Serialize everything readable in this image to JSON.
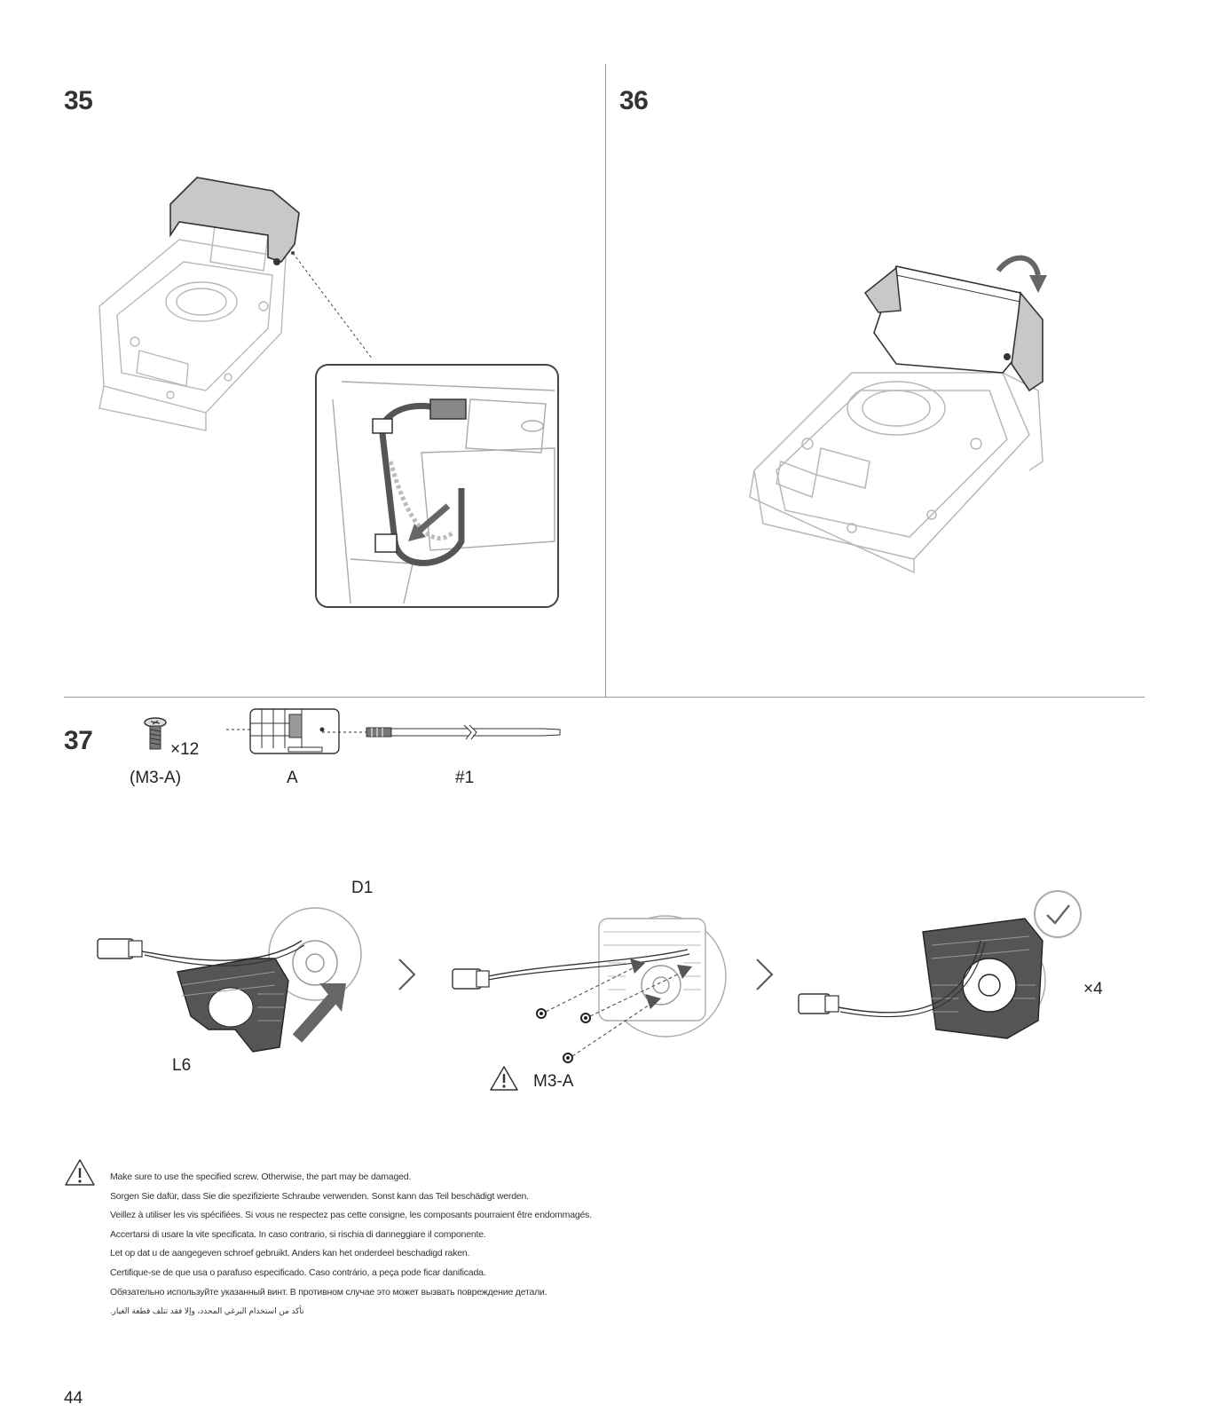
{
  "steps": {
    "s35": {
      "number": "35"
    },
    "s36": {
      "number": "36"
    },
    "s37": {
      "number": "37",
      "screw_qty": "×12",
      "screw_label": "(M3-A)",
      "card_label": "A",
      "driver_label": "#1",
      "part_d1": "D1",
      "part_l6": "L6",
      "warning_label": "M3-A",
      "repeat": "×4"
    }
  },
  "warnings": [
    "Make sure to use the specified screw. Otherwise, the part may be damaged.",
    "Sorgen Sie dafür, dass Sie die spezifizierte Schraube verwenden. Sonst kann das Teil beschädigt werden.",
    "Veillez à utiliser les vis spécifiées. Si vous ne respectez pas cette consigne, les composants pourraient être endommagés.",
    "Accertarsi di usare la vite specificata. In caso contrario, si rischia di danneggiare il componente.",
    "Let op dat u de aangegeven schroef gebruikt. Anders kan het onderdeel beschadigd raken.",
    "Certifique-se de que usa o parafuso especificado. Caso contrário, a peça pode ficar danificada.",
    "Обязательно используйте указанный винт. В противном случае это может вызвать повреждение детали.",
    "تأكد من استخدام البرغي المحدد، وإلا فقد تتلف قطعة الغيار."
  ],
  "page_number": "44",
  "colors": {
    "line": "#9a9a9a",
    "part_gray": "#c8c8c8",
    "arrow": "#666666",
    "dark": "#333333"
  },
  "icons": [
    "screw-icon",
    "screw-card-icon",
    "screwdriver-icon",
    "warning-icon",
    "chevron-right-icon",
    "check-icon",
    "curved-arrow-icon",
    "push-arrow-icon"
  ]
}
